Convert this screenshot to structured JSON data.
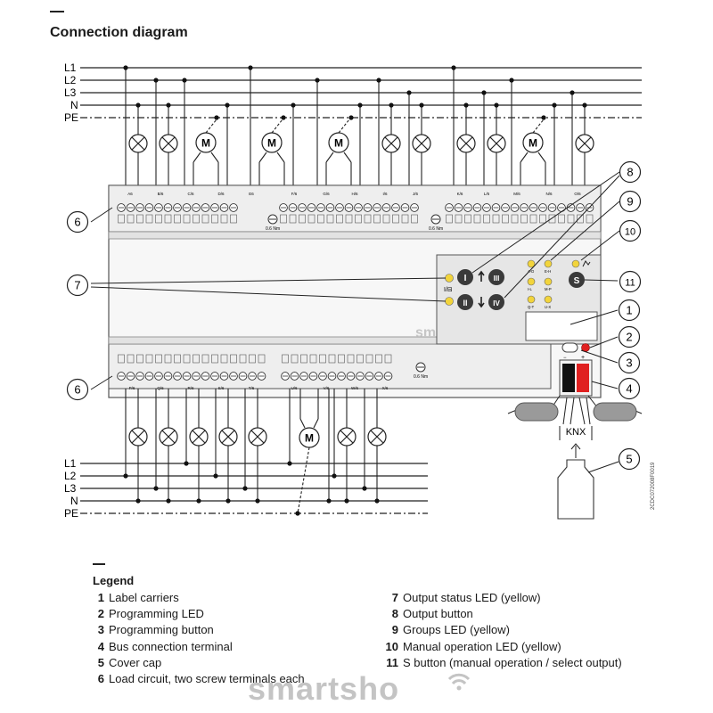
{
  "title": "Connection diagram",
  "bus_lines_top": [
    "L1",
    "L2",
    "L3",
    "N",
    "PE"
  ],
  "bus_lines_bottom": [
    "L1",
    "L2",
    "L3",
    "N",
    "PE"
  ],
  "terminal_labels_top": [
    "A6",
    "B/6",
    "C/6",
    "D/6",
    "E6",
    "F/6",
    "G/6",
    "H/6",
    "I/6",
    "J/6",
    "K/6",
    "L/6",
    "M/6",
    "N/6",
    "O/6"
  ],
  "terminal_labels_bottom": [
    "P/6",
    "Q/6",
    "R/6",
    "S/6",
    "T/6",
    "U/6",
    "V/6",
    "W/6",
    "X/6"
  ],
  "torque_label": "0.6 Nm",
  "module_buttons": [
    "I",
    "II",
    "III",
    "IV",
    "S"
  ],
  "group_led_labels": [
    "A-D",
    "E-H",
    "I-L",
    "M-P",
    "Q-T",
    "U-X"
  ],
  "bus_label": "KNX",
  "product_code": "2CDC072008F0019",
  "callouts": [
    "1",
    "2",
    "3",
    "4",
    "5",
    "6",
    "7",
    "8",
    "9",
    "10",
    "11"
  ],
  "legend": {
    "title": "Legend",
    "items": [
      {
        "num": "1",
        "text": "Label carriers"
      },
      {
        "num": "2",
        "text": "Programming LED"
      },
      {
        "num": "3",
        "text": "Programming button"
      },
      {
        "num": "4",
        "text": "Bus connection terminal"
      },
      {
        "num": "5",
        "text": "Cover cap"
      },
      {
        "num": "6",
        "text": "Load circuit, two screw terminals each"
      },
      {
        "num": "7",
        "text": "Output status LED (yellow)"
      },
      {
        "num": "8",
        "text": "Output button"
      },
      {
        "num": "9",
        "text": "Groups LED (yellow)"
      },
      {
        "num": "10",
        "text": "Manual operation LED (yellow)"
      },
      {
        "num": "11",
        "text": "S button (manual operation / select output)"
      }
    ]
  },
  "watermark": "smartsho",
  "module_watermark": "smartsho",
  "colors": {
    "line": "#222222",
    "led": "#f2d43b",
    "terminal_red": "#e02020",
    "terminal_black": "#111111",
    "panel": "#e6e6e6",
    "cable": "#8c8c8c"
  }
}
